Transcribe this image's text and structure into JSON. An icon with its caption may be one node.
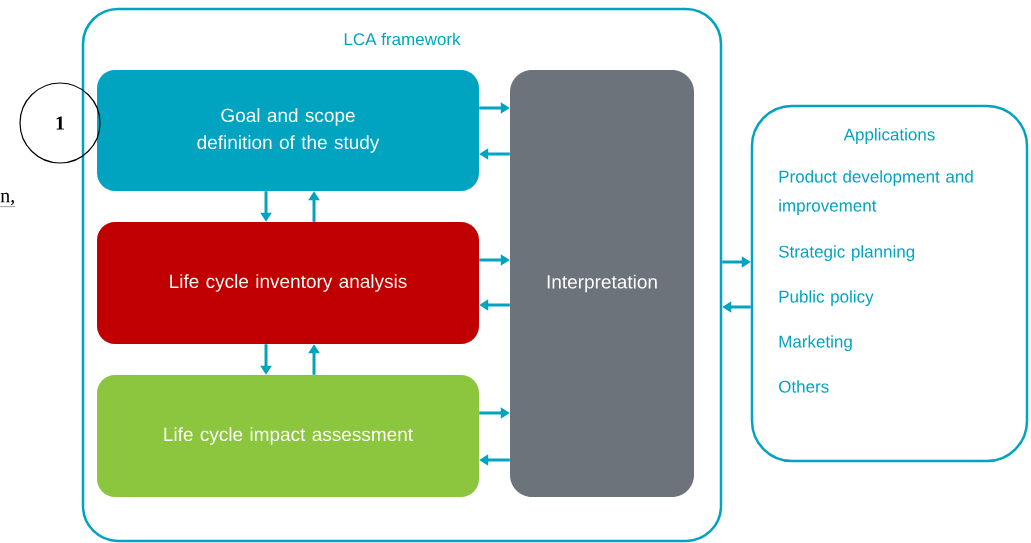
{
  "diagram": {
    "nodes": [
      {
        "text": [
          "LCA framework"
        ]
      },
      {
        "text": [
          "Goal and scope definition of the study"
        ],
        "in": 0
      },
      {
        "text": [
          "Life cycle inventory analysis"
        ],
        "in": 0
      },
      {
        "text": [
          "Life cycle impact assessment"
        ],
        "in": 0
      },
      {
        "text": [
          "Interpretation"
        ],
        "in": 0
      },
      {
        "text": [
          "Applications",
          "Product development and improvement",
          "Strategic planning",
          "Public policy",
          "Marketing",
          "Others"
        ]
      },
      {
        "text": [
          "1"
        ]
      }
    ],
    "edges": [
      {
        "from": 1,
        "to": 4,
        "arrow": "to"
      },
      {
        "from": 4,
        "to": 1,
        "arrow": "to"
      },
      {
        "from": 2,
        "to": 4,
        "arrow": "to"
      },
      {
        "from": 4,
        "to": 2,
        "arrow": "to"
      },
      {
        "from": 3,
        "to": 4,
        "arrow": "to"
      },
      {
        "from": 4,
        "to": 3,
        "arrow": "to"
      },
      {
        "from": 1,
        "to": 2,
        "arrow": "to"
      },
      {
        "from": 2,
        "to": 1,
        "arrow": "to"
      },
      {
        "from": 2,
        "to": 3,
        "arrow": "to"
      },
      {
        "from": 3,
        "to": 2,
        "arrow": "to"
      },
      {
        "from": 0,
        "to": 5,
        "arrow": "to"
      },
      {
        "from": 5,
        "to": 0,
        "arrow": "to"
      }
    ],
    "labels": [
      "n,"
    ]
  }
}
